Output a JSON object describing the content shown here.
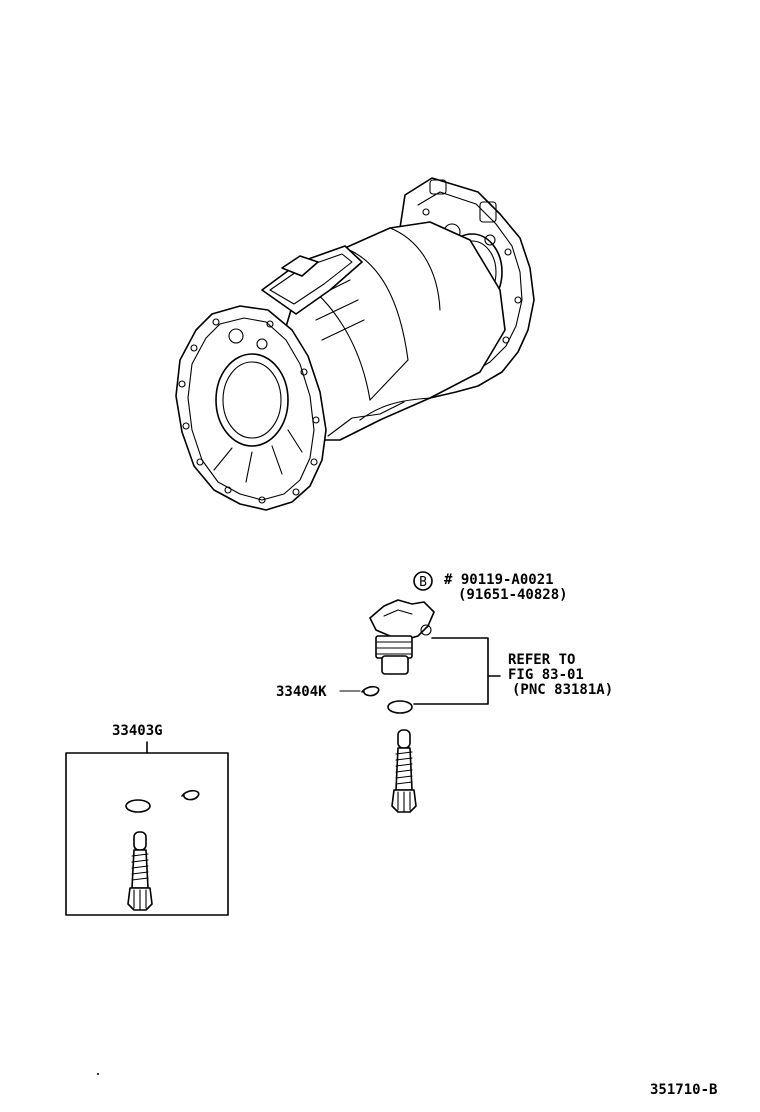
{
  "callouts": {
    "bolt_ref_number": "# 90119-A0021",
    "bolt_ref_alt": "(91651-40828)",
    "bolt_circle_letter": "B",
    "refer_line1": "REFER TO",
    "refer_line2": "FIG 83-01",
    "refer_line3": "(PNC 83181A)",
    "ring_part": "33404K",
    "kit_part": "33403G",
    "figure_code": "351710-B"
  }
}
